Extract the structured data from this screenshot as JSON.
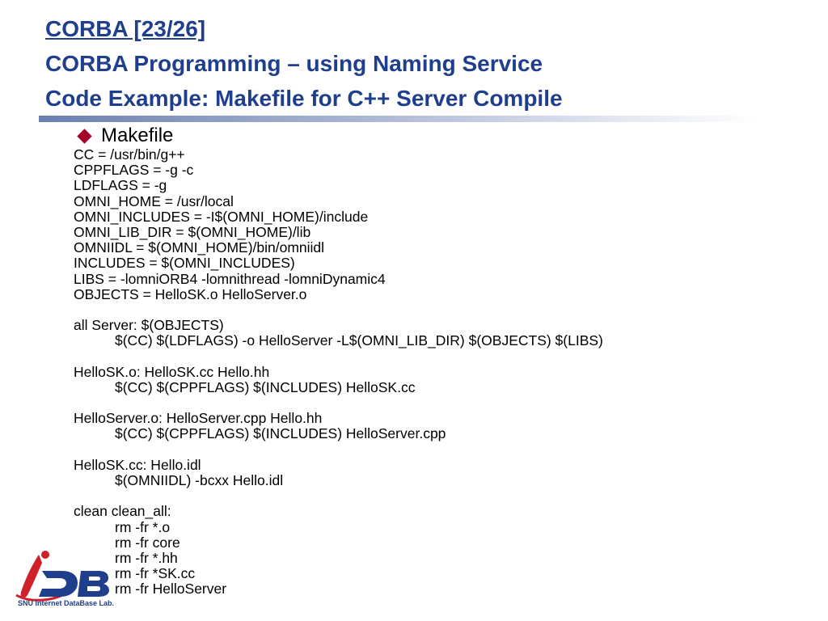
{
  "slide": {
    "title_lines": [
      "CORBA [23/26]",
      "CORBA Programming – using Naming Service",
      "Code Example: Makefile for C++ Server Compile"
    ],
    "bullet": "Makefile",
    "code_lines": [
      {
        "text": "CC = /usr/bin/g++",
        "indent": false
      },
      {
        "text": "CPPFLAGS = -g -c",
        "indent": false
      },
      {
        "text": "LDFLAGS = -g",
        "indent": false
      },
      {
        "text": "OMNI_HOME = /usr/local",
        "indent": false
      },
      {
        "text": "OMNI_INCLUDES = -I$(OMNI_HOME)/include",
        "indent": false
      },
      {
        "text": "OMNI_LIB_DIR = $(OMNI_HOME)/lib",
        "indent": false
      },
      {
        "text": "OMNIIDL = $(OMNI_HOME)/bin/omniidl",
        "indent": false
      },
      {
        "text": "INCLUDES = $(OMNI_INCLUDES)",
        "indent": false
      },
      {
        "text": "LIBS = -lomniORB4 -lomnithread -lomniDynamic4",
        "indent": false
      },
      {
        "text": "OBJECTS = HelloSK.o HelloServer.o",
        "indent": false
      },
      {
        "text": "",
        "indent": false
      },
      {
        "text": "all Server: $(OBJECTS)",
        "indent": false
      },
      {
        "text": "$(CC) $(LDFLAGS) -o HelloServer -L$(OMNI_LIB_DIR) $(OBJECTS) $(LIBS)",
        "indent": true
      },
      {
        "text": "",
        "indent": false
      },
      {
        "text": "HelloSK.o: HelloSK.cc Hello.hh",
        "indent": false
      },
      {
        "text": "$(CC) $(CPPFLAGS) $(INCLUDES) HelloSK.cc",
        "indent": true
      },
      {
        "text": "",
        "indent": false
      },
      {
        "text": "HelloServer.o: HelloServer.cpp Hello.hh",
        "indent": false
      },
      {
        "text": "$(CC) $(CPPFLAGS) $(INCLUDES) HelloServer.cpp",
        "indent": true
      },
      {
        "text": "",
        "indent": false
      },
      {
        "text": "HelloSK.cc: Hello.idl",
        "indent": false
      },
      {
        "text": "$(OMNIIDL) -bcxx Hello.idl",
        "indent": true
      },
      {
        "text": "",
        "indent": false
      },
      {
        "text": "clean clean_all:",
        "indent": false
      },
      {
        "text": "rm -fr *.o",
        "indent": true
      },
      {
        "text": "rm -fr core",
        "indent": true
      },
      {
        "text": "rm -fr *.hh",
        "indent": true
      },
      {
        "text": "rm -fr *SK.cc",
        "indent": true
      },
      {
        "text": "rm -fr HelloServer",
        "indent": true
      }
    ]
  },
  "logo": {
    "letters": "iDB",
    "caption": "SNU Internet DataBase Lab.",
    "colors": {
      "blue": "#1f3f8c",
      "red": "#d0202a"
    }
  },
  "colors": {
    "title": "#1f3f8c",
    "bullet": "#a3002c"
  }
}
